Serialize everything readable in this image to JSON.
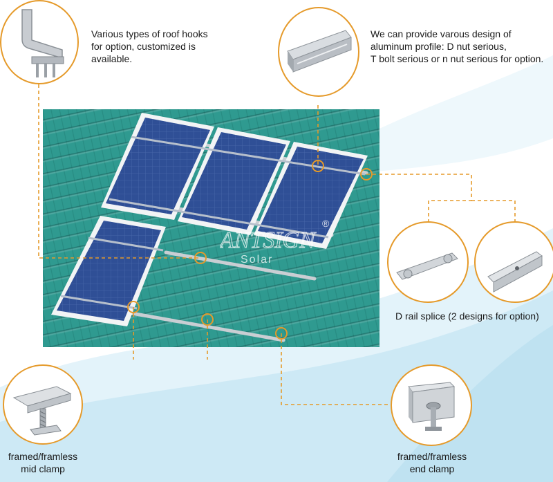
{
  "captions": {
    "roof_hooks": [
      "Various types of roof hooks",
      "for option, customized is",
      "available."
    ],
    "aluminum_profile": [
      "We can provide varous design of",
      "aluminum profile: D nut serious,",
      "T bolt serious or n nut serious for option."
    ],
    "rail_splice": "D rail splice (2 designs for option)",
    "mid_clamp": [
      "framed/framless",
      "mid clamp"
    ],
    "end_clamp": [
      "framed/framless",
      "end clamp"
    ]
  },
  "watermark": {
    "brand": "ANTSIGN",
    "registered": "®",
    "sub": "Solar"
  },
  "colors": {
    "roof": "#2f9a90",
    "panel": "#2e4f95",
    "panel_frame": "#e8ecef",
    "callout": "#e59a2a",
    "swoosh": "#d4ecf6"
  },
  "icons": [
    "roof-hook-icon",
    "aluminum-profile-icon",
    "rail-splice-d-icon",
    "rail-splice-alt-icon",
    "mid-clamp-icon",
    "end-clamp-icon"
  ]
}
